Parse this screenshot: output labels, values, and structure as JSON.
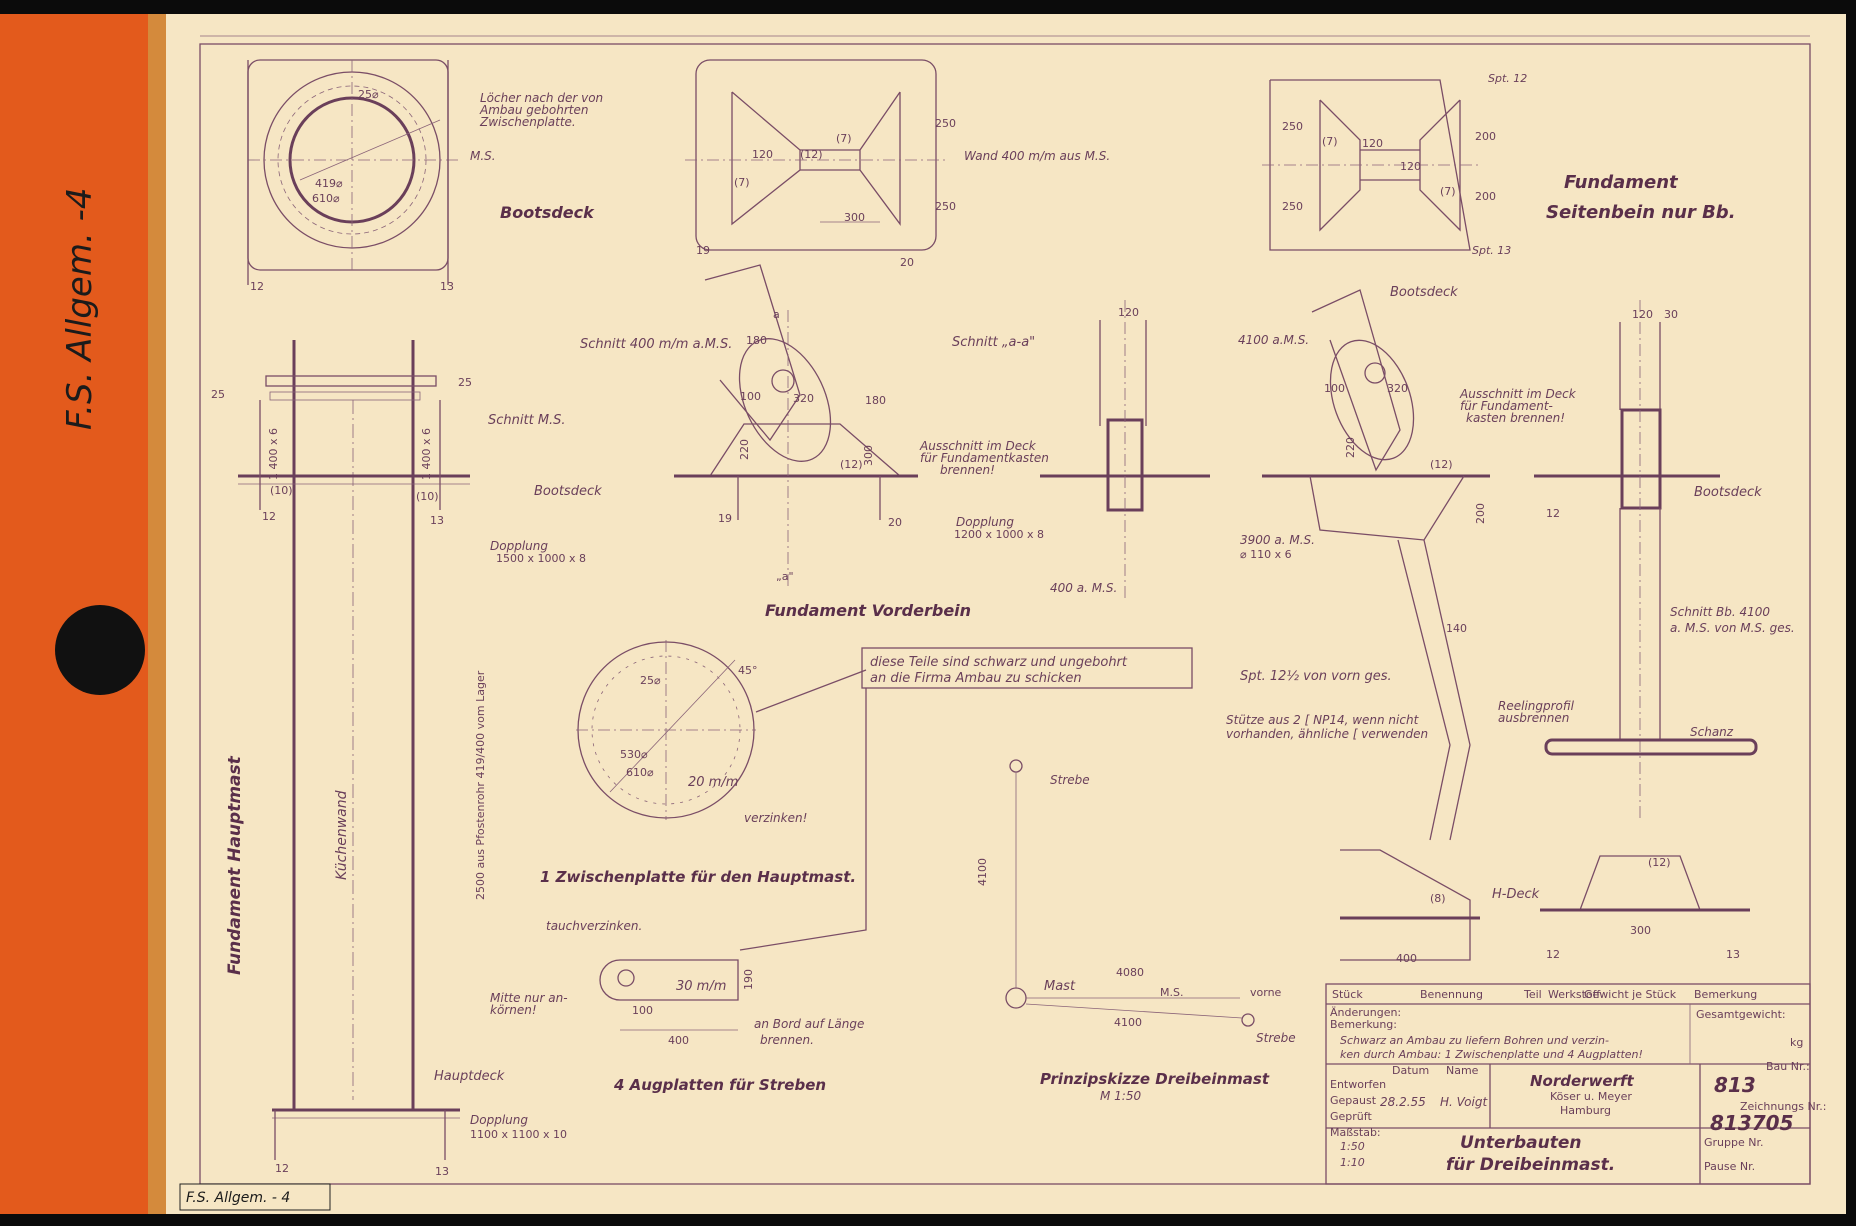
{
  "archive_tab": {
    "label": "F.S. Allgem. -4",
    "color": "#e35a1c"
  },
  "sheet_footer_label": "F.S. Allgem. - 4",
  "views": {
    "bootsdeck_top": {
      "title": "Bootsdeck",
      "note": [
        "Löcher nach der von",
        "Ambau gebohrten",
        "Zwischenplatte."
      ],
      "ms": "M.S.",
      "d_bolt": "25⌀",
      "d_inner": "419⌀",
      "d_outer": "610⌀",
      "frame_left": "12",
      "frame_right": "13"
    },
    "wand_view": {
      "note": "Wand 400 m/m aus M.S.",
      "d250a": "250",
      "d250b": "250",
      "d300": "300",
      "d120": "120",
      "d12": "(12)",
      "d7a": "(7)",
      "d7b": "(7)",
      "frame_left": "19",
      "frame_right": "20"
    },
    "fundament_seitenbein_top": {
      "title1": "Fundament",
      "title2": "Seitenbein nur Bb.",
      "spt12": "Spt. 12",
      "spt13": "Spt. 13",
      "d250a": "250",
      "d250b": "250",
      "d200a": "200",
      "d200b": "200",
      "d120a": "120",
      "d120b": "120",
      "d7a": "(7)",
      "d7b": "(7)"
    },
    "hauptmast": {
      "title": "Fundament Hauptmast",
      "kuechenwand": "Küchenwand",
      "schnitt_ms": "Schnitt M.S.",
      "bootsdeck": "Bootsdeck",
      "hauptdeck": "Hauptdeck",
      "dopplung1a": "Dopplung",
      "dopplung1b": "1500 x 1000 x 8",
      "dopplung2a": "Dopplung",
      "dopplung2b": "1100 x 1100 x 10",
      "flat_left": "1 400 x 6",
      "flat_right": "1 400 x 6",
      "d25a": "25",
      "d25b": "25",
      "d10a": "(10)",
      "d10b": "(10)",
      "vertical_note": "2500  aus Pfostenrohr 419/400 vom Lager",
      "f12a": "12",
      "f13a": "13",
      "f12b": "12",
      "f13b": "13"
    },
    "vorderbein": {
      "title": "Fundament Vorderbein",
      "schnitt": "Schnitt 400 m/m a.M.S.",
      "schnitt_aa": "Schnitt „a-a\"",
      "a_top": "a",
      "a_bottom": "„a\"",
      "d180a": "180",
      "d180b": "180",
      "d100": "100",
      "d320": "320",
      "d220": "220",
      "d300": "300",
      "d12": "(12)",
      "d120": "120",
      "ausschnitt": [
        "Ausschnitt im Deck",
        "für Fundamentkasten",
        "brennen!"
      ],
      "dopplung": [
        "Dopplung",
        "1200 x 1000 x 8"
      ],
      "ms400": "400 a. M.S.",
      "f19": "19",
      "f20": "20"
    },
    "seitenbein_side": {
      "bootsdeck": "Bootsdeck",
      "ms4100": "4100 a.M.S.",
      "d100": "100",
      "d320": "320",
      "d220": "220",
      "d200": "200",
      "d12": "(12)",
      "ausschnitt": [
        "Ausschnitt im Deck",
        "für Fundament-",
        "kasten brennen!"
      ],
      "ms3900": "3900 a. M.S.",
      "flat110": "⌀ 110 x 6",
      "d140": "140",
      "spt": "Spt. 12½ von vorn ges.",
      "stuetze": [
        "Stütze aus 2 [ NP14, wenn nicht",
        "vorhanden, ähnliche [ verwenden"
      ],
      "reeling": [
        "Reelingprofil",
        "ausbrennen"
      ],
      "hdeck": "H-Deck",
      "d8": "(8)",
      "d400": "400"
    },
    "seitenbein_section": {
      "d120": "120",
      "d30": "30",
      "bootsdeck": "Bootsdeck",
      "schnitt": [
        "Schnitt Bb. 4100",
        "a. M.S. von M.S. ges."
      ],
      "schanz": "Schanz",
      "d12": "(12)",
      "d300": "300",
      "f12a": "12",
      "f12b": "12",
      "f13": "13"
    },
    "zwischenplatte": {
      "title": "1 Zwischenplatte für den Hauptmast.",
      "d25": "25⌀",
      "d530": "530⌀",
      "d610": "610⌀",
      "angle": "45°",
      "thickness": "20 m/m",
      "verzinken": "verzinken!",
      "note": [
        "diese Teile sind schwarz und ungebohrt",
        "an die Firma Ambau zu schicken"
      ]
    },
    "augplatten": {
      "title": "4 Augplatten für Streben",
      "tauch": "tauchverzinken.",
      "mitte": [
        "Mitte nur an-",
        "körnen!"
      ],
      "thickness": "30 m/m",
      "d100": "100",
      "d190": "190",
      "d400": "400",
      "bord": [
        "an Bord auf Länge",
        "brennen."
      ]
    },
    "prinzip": {
      "title": "Prinzipskizze Dreibeinmast",
      "scale": "M 1:50",
      "strebe1": "Strebe",
      "strebe2": "Strebe",
      "mast": "Mast",
      "ms": "M.S.",
      "vorne": "vorne",
      "d4080": "4080",
      "d4100a": "4100",
      "d4100b": "4100"
    }
  },
  "title_block": {
    "headers": [
      "Stück",
      "Benennung",
      "Teil",
      "Werkstoff",
      "Gewicht je Stück",
      "Bemerkung"
    ],
    "aenderungen": "Änderungen:",
    "bemerkung_label": "Bemerkung:",
    "bemerkung": [
      "Schwarz an Ambau zu liefern Bohren und verzin-",
      "ken durch Ambau: 1 Zwischenplatte und 4 Augplatten!"
    ],
    "gesamtgewicht": "Gesamtgewicht:",
    "kg": "kg",
    "datum_label": "Datum",
    "name_label": "Name",
    "entworfen": "Entworfen",
    "gepauzt": "Gepaust",
    "geprueft": "Geprüft",
    "datum": "28.2.55",
    "name": "H. Voigt",
    "firm": "Norderwerft",
    "firm2": "Köser u. Meyer",
    "city": "Hamburg",
    "massstab_label": "Maßstab:",
    "massstab1": "1:50",
    "massstab2": "1:10",
    "title1": "Unterbauten",
    "title2": "für Dreibeinmast.",
    "bau_label": "Bau Nr.:",
    "bau": "813",
    "zeichnung_label": "Zeichnungs Nr.:",
    "zeichnung": "813705",
    "gruppe": "Gruppe Nr.",
    "pause": "Pause Nr."
  }
}
